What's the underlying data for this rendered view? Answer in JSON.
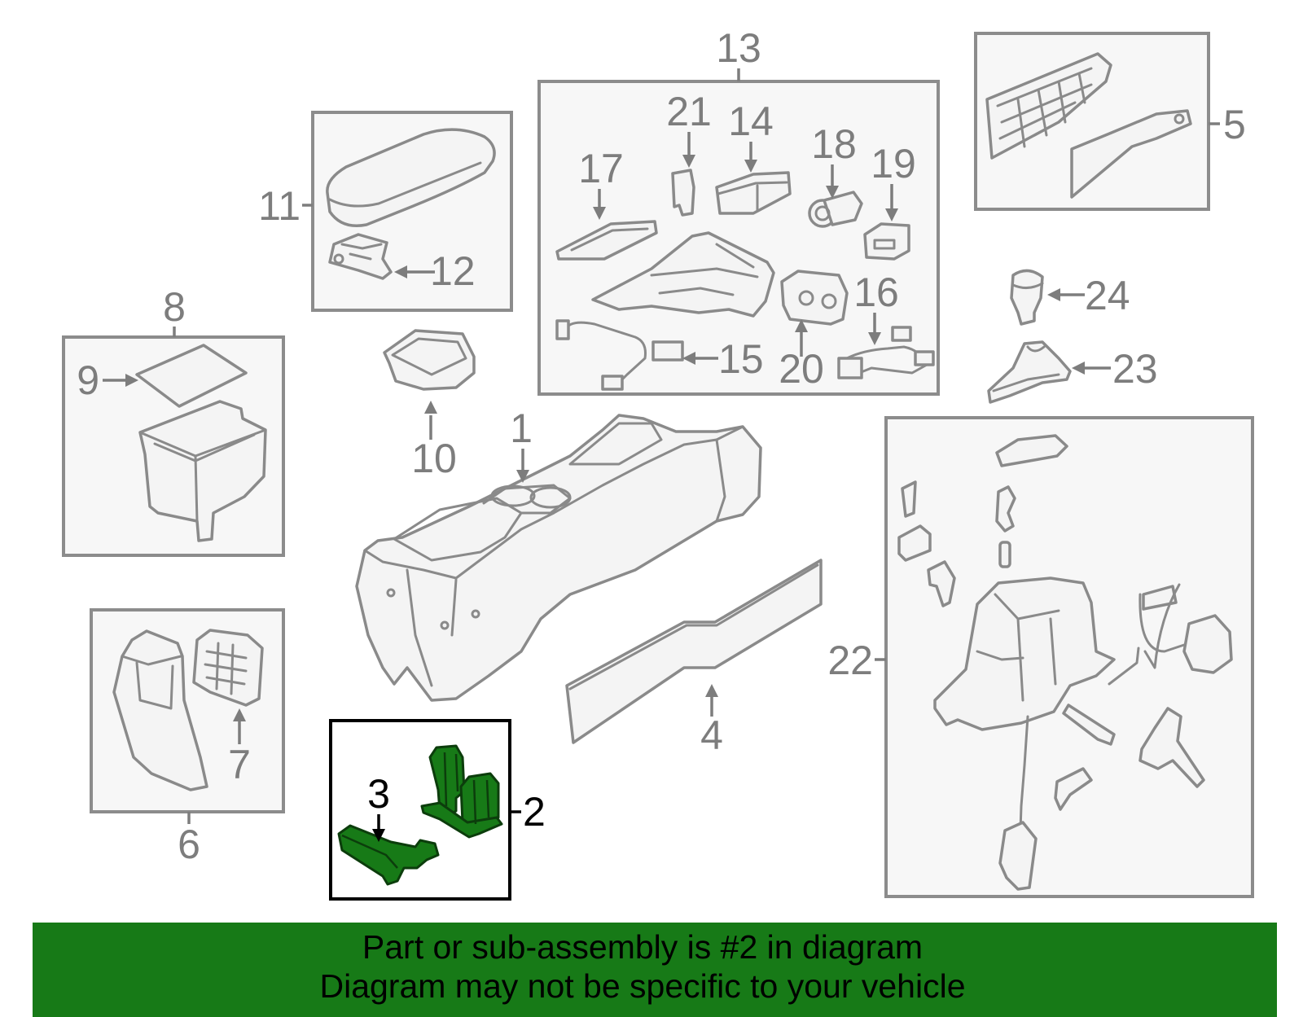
{
  "callouts": {
    "c1": "1",
    "c2": "2",
    "c3": "3",
    "c4": "4",
    "c5": "5",
    "c6": "6",
    "c7": "7",
    "c8": "8",
    "c9": "9",
    "c10": "10",
    "c11": "11",
    "c12": "12",
    "c13": "13",
    "c14": "14",
    "c15": "15",
    "c16": "16",
    "c17": "17",
    "c18": "18",
    "c19": "19",
    "c20": "20",
    "c21": "21",
    "c22": "22",
    "c23": "23",
    "c24": "24"
  },
  "highlighted_part": "2",
  "colors": {
    "highlight": "#177a17",
    "outline": "#8a8a8a",
    "banner": "#177a17"
  },
  "footer": {
    "line1": "Part or sub-assembly is #2 in diagram",
    "line2": "Diagram may not be specific to your vehicle"
  }
}
